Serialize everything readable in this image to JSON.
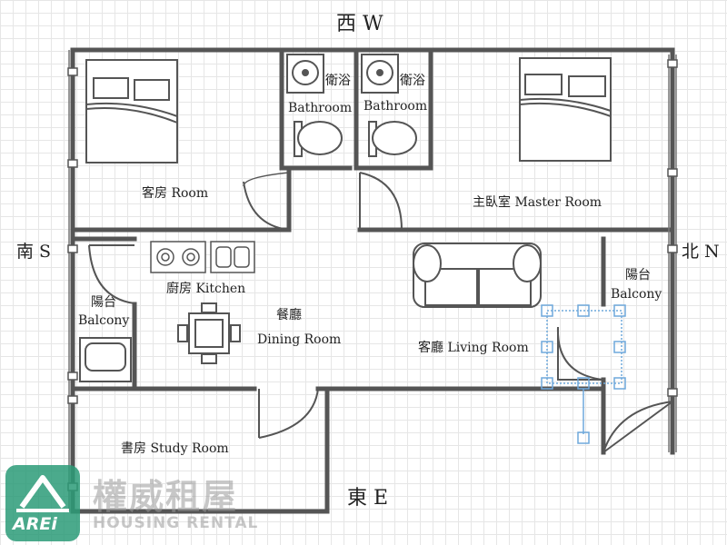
{
  "directions": {
    "west": "西 W",
    "east": "東 E",
    "south": "南 S",
    "north": "北 N"
  },
  "rooms": {
    "guest_room": "客房 Room",
    "master_room": "主臥室 Master Room",
    "bathroom_zh": "衛浴",
    "bathroom_en": "Bathroom",
    "kitchen": "廚房 Kitchen",
    "dining_zh": "餐廳",
    "dining_en": "Dining Room",
    "living_room": "客廳 Living Room",
    "balcony_zh": "陽台",
    "balcony_en": "Balcony",
    "study_room": "書房 Study Room"
  },
  "logo": {
    "brand": "AREi",
    "name": "權威租屋",
    "subtitle": "HOUSING RENTAL"
  },
  "colors": {
    "wall": "#555555",
    "furniture": "#555555",
    "grid": "#e6e6e6",
    "logo": "#2c9c78",
    "selection": "#6fa8dc"
  }
}
